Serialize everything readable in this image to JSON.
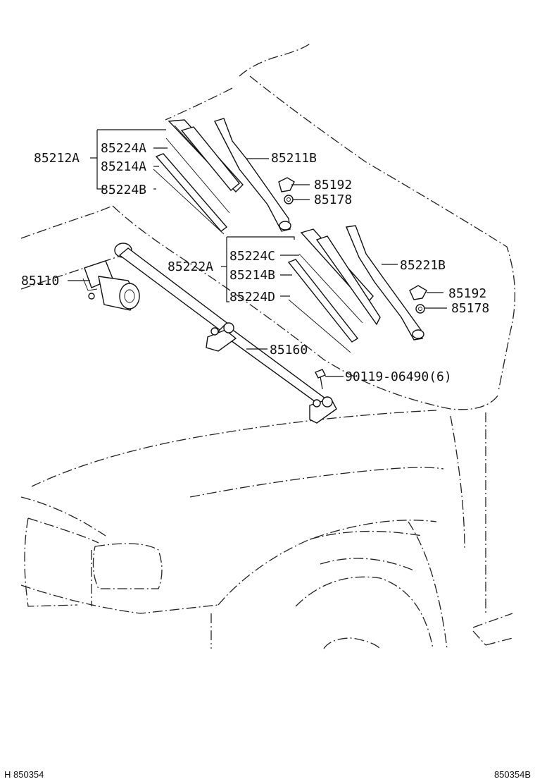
{
  "labels": {
    "p85212A": "85212A",
    "p85224A": "85224A",
    "p85214A": "85214A",
    "p85224B": "85224B",
    "p85211B": "85211B",
    "p85192_top": "85192",
    "p85178_top": "85178",
    "p85222A": "85222A",
    "p85224C": "85224C",
    "p85214B": "85214B",
    "p85224D": "85224D",
    "p85221B": "85221B",
    "p85192_bottom": "85192",
    "p85178_bottom": "85178",
    "p85110": "85110",
    "p85160": "85160",
    "p90119": "90119-06490(6)"
  },
  "footer": {
    "left_code": "H 850354",
    "right_code": "850354B"
  }
}
